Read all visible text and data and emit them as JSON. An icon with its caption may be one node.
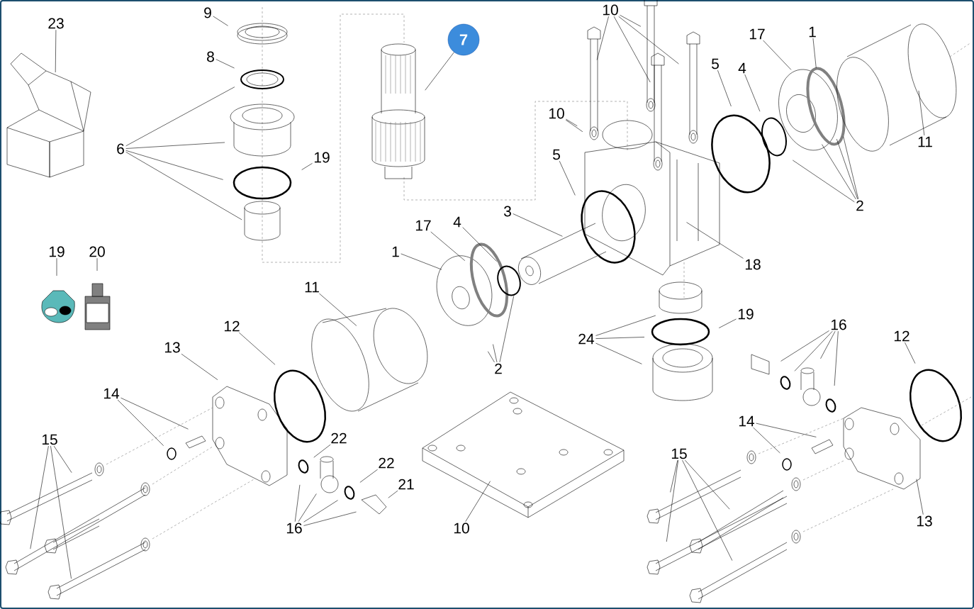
{
  "diagram": {
    "nodes": [
      {
        "text": [
          "23"
        ]
      },
      {
        "text": [
          "9"
        ]
      },
      {
        "text": [
          "8"
        ]
      },
      {
        "text": [
          "6"
        ]
      },
      {
        "text": [
          "19"
        ]
      },
      {
        "text": [
          "7"
        ]
      },
      {
        "text": [
          "10"
        ]
      },
      {
        "text": [
          "10"
        ]
      },
      {
        "text": [
          "5"
        ]
      },
      {
        "text": [
          "3"
        ]
      },
      {
        "text": [
          "5"
        ]
      },
      {
        "text": [
          "4"
        ]
      },
      {
        "text": [
          "17"
        ]
      },
      {
        "text": [
          "1"
        ]
      },
      {
        "text": [
          "11"
        ]
      },
      {
        "text": [
          "2"
        ]
      },
      {
        "text": [
          "18"
        ]
      },
      {
        "text": [
          "17"
        ]
      },
      {
        "text": [
          "4"
        ]
      },
      {
        "text": [
          "1"
        ]
      },
      {
        "text": [
          "2"
        ]
      },
      {
        "text": [
          "19"
        ]
      },
      {
        "text": [
          "20"
        ]
      },
      {
        "text": [
          "11"
        ]
      },
      {
        "text": [
          "12"
        ]
      },
      {
        "text": [
          "13"
        ]
      },
      {
        "text": [
          "14"
        ]
      },
      {
        "text": [
          "15"
        ]
      },
      {
        "text": [
          "22"
        ]
      },
      {
        "text": [
          "22"
        ]
      },
      {
        "text": [
          "21"
        ]
      },
      {
        "text": [
          "16"
        ]
      },
      {
        "text": [
          "10"
        ]
      },
      {
        "text": [
          "24"
        ]
      },
      {
        "text": [
          "19"
        ]
      },
      {
        "text": [
          "16"
        ]
      },
      {
        "text": [
          "12"
        ]
      },
      {
        "text": [
          "14"
        ]
      },
      {
        "text": [
          "15"
        ]
      },
      {
        "text": [
          "13"
        ]
      }
    ],
    "edges": [
      {
        "from": 0,
        "to": null,
        "arrow": "none"
      },
      {
        "from": 1,
        "to": null,
        "arrow": "none"
      },
      {
        "from": 2,
        "to": null,
        "arrow": "none"
      },
      {
        "from": 3,
        "to": null,
        "arrow": "none"
      },
      {
        "from": 3,
        "to": null,
        "arrow": "none"
      },
      {
        "from": 3,
        "to": null,
        "arrow": "none"
      },
      {
        "from": 3,
        "to": null,
        "arrow": "none"
      },
      {
        "from": 4,
        "to": null,
        "arrow": "none"
      },
      {
        "from": 5,
        "to": null,
        "arrow": "none"
      },
      {
        "from": 6,
        "to": null,
        "arrow": "none"
      },
      {
        "from": 6,
        "to": null,
        "arrow": "none"
      },
      {
        "from": 6,
        "to": null,
        "arrow": "none"
      },
      {
        "from": 6,
        "to": null,
        "arrow": "none"
      },
      {
        "from": 7,
        "to": null,
        "arrow": "none"
      },
      {
        "from": 7,
        "to": null,
        "arrow": "none"
      },
      {
        "from": 8,
        "to": null,
        "arrow": "none"
      },
      {
        "from": 9,
        "to": null,
        "arrow": "none"
      },
      {
        "from": 10,
        "to": null,
        "arrow": "none"
      },
      {
        "from": 11,
        "to": null,
        "arrow": "none"
      },
      {
        "from": 12,
        "to": null,
        "arrow": "none"
      },
      {
        "from": 13,
        "to": null,
        "arrow": "none"
      },
      {
        "from": 14,
        "to": null,
        "arrow": "none"
      },
      {
        "from": 15,
        "to": null,
        "arrow": "none"
      },
      {
        "from": 15,
        "to": null,
        "arrow": "none"
      },
      {
        "from": 15,
        "to": null,
        "arrow": "none"
      },
      {
        "from": 15,
        "to": null,
        "arrow": "none"
      },
      {
        "from": 16,
        "to": null,
        "arrow": "none"
      },
      {
        "from": 17,
        "to": null,
        "arrow": "none"
      },
      {
        "from": 18,
        "to": null,
        "arrow": "none"
      },
      {
        "from": 19,
        "to": null,
        "arrow": "none"
      },
      {
        "from": 20,
        "to": null,
        "arrow": "none"
      },
      {
        "from": 20,
        "to": null,
        "arrow": "none"
      },
      {
        "from": 20,
        "to": null,
        "arrow": "none"
      },
      {
        "from": 21,
        "to": null,
        "arrow": "none"
      },
      {
        "from": 22,
        "to": null,
        "arrow": "none"
      },
      {
        "from": 23,
        "to": null,
        "arrow": "none"
      },
      {
        "from": 24,
        "to": null,
        "arrow": "none"
      },
      {
        "from": 25,
        "to": null,
        "arrow": "none"
      },
      {
        "from": 26,
        "to": null,
        "arrow": "none"
      },
      {
        "from": 26,
        "to": null,
        "arrow": "none"
      },
      {
        "from": 27,
        "to": null,
        "arrow": "none"
      },
      {
        "from": 27,
        "to": null,
        "arrow": "none"
      },
      {
        "from": 27,
        "to": null,
        "arrow": "none"
      },
      {
        "from": 28,
        "to": null,
        "arrow": "none"
      },
      {
        "from": 29,
        "to": null,
        "arrow": "none"
      },
      {
        "from": 30,
        "to": null,
        "arrow": "none"
      },
      {
        "from": 31,
        "to": null,
        "arrow": "none"
      },
      {
        "from": 31,
        "to": null,
        "arrow": "none"
      },
      {
        "from": 31,
        "to": null,
        "arrow": "none"
      },
      {
        "from": 31,
        "to": null,
        "arrow": "none"
      },
      {
        "from": 32,
        "to": null,
        "arrow": "none"
      },
      {
        "from": 33,
        "to": null,
        "arrow": "none"
      },
      {
        "from": 33,
        "to": null,
        "arrow": "none"
      },
      {
        "from": 33,
        "to": null,
        "arrow": "none"
      },
      {
        "from": 34,
        "to": null,
        "arrow": "none"
      },
      {
        "from": 35,
        "to": null,
        "arrow": "none"
      },
      {
        "from": 35,
        "to": null,
        "arrow": "none"
      },
      {
        "from": 35,
        "to": null,
        "arrow": "none"
      },
      {
        "from": 35,
        "to": null,
        "arrow": "none"
      },
      {
        "from": 36,
        "to": null,
        "arrow": "none"
      },
      {
        "from": 37,
        "to": null,
        "arrow": "none"
      },
      {
        "from": 37,
        "to": null,
        "arrow": "none"
      },
      {
        "from": 38,
        "to": null,
        "arrow": "none"
      },
      {
        "from": 38,
        "to": null,
        "arrow": "none"
      },
      {
        "from": 38,
        "to": null,
        "arrow": "none"
      },
      {
        "from": 38,
        "to": null,
        "arrow": "none"
      },
      {
        "from": 39,
        "to": null,
        "arrow": "none"
      }
    ]
  }
}
